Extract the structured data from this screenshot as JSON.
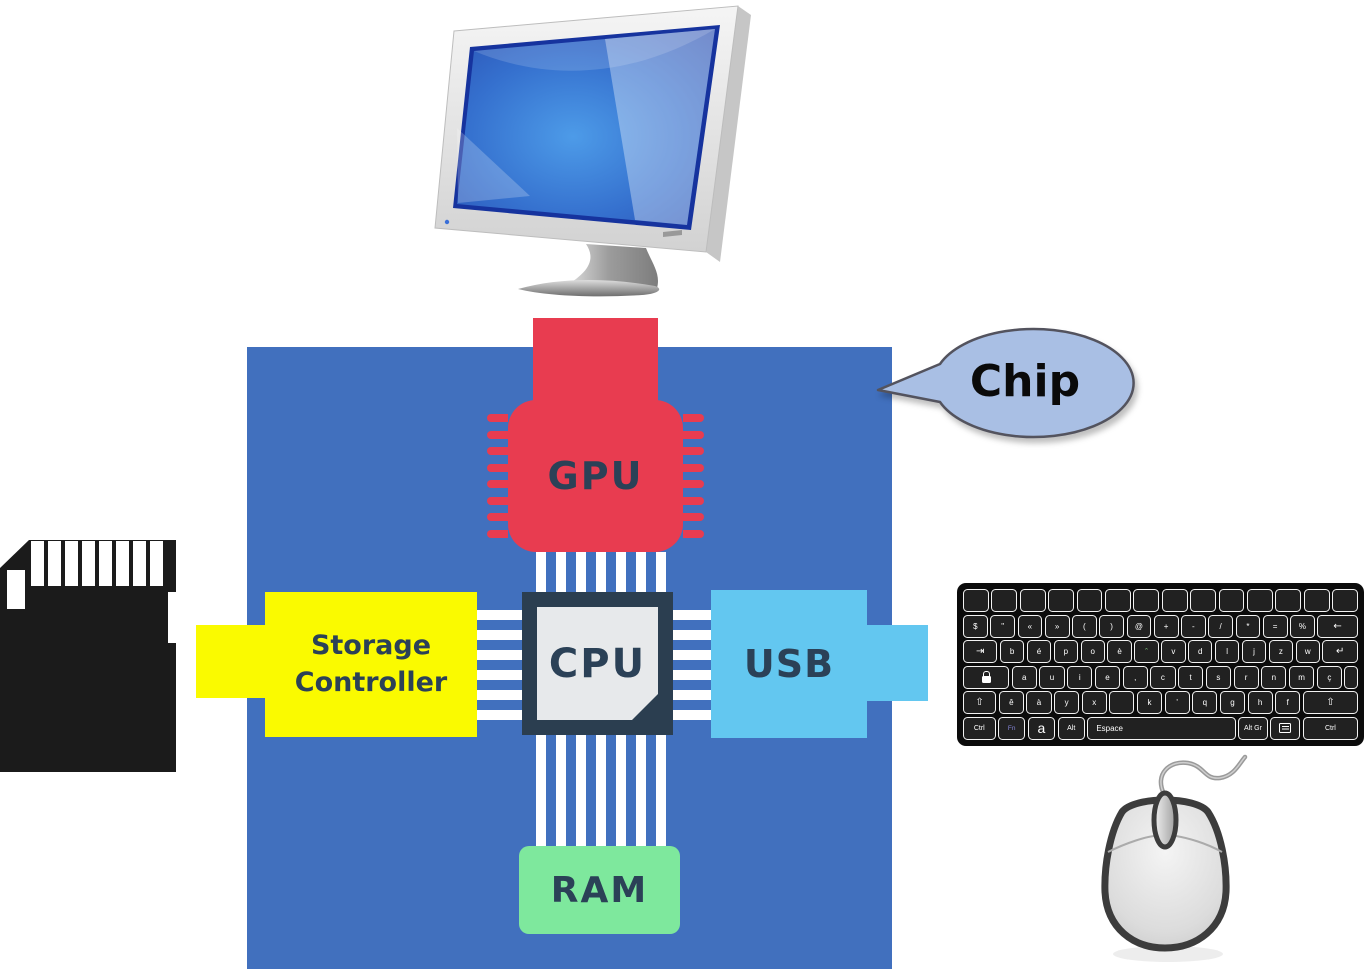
{
  "diagram": {
    "chip_bubble": {
      "label": "Chip"
    },
    "blocks": {
      "gpu": {
        "label": "GPU"
      },
      "cpu": {
        "label": "CPU"
      },
      "storage": {
        "line1": "Storage",
        "line2": "Controller"
      },
      "usb": {
        "label": "USB"
      },
      "ram": {
        "label": "RAM"
      }
    },
    "devices": [
      "monitor",
      "sd-card",
      "keyboard",
      "mouse"
    ]
  },
  "colors": {
    "chip_bg": "#4170BE",
    "gpu": "#E83C50",
    "cpu_frame": "#2B3E50",
    "cpu_face": "#E7E9EB",
    "storage": "#FAFA00",
    "usb": "#63C7F0",
    "ram": "#7EE89D",
    "bubble": "#A9BFE4",
    "bubble_border": "#53535E",
    "label_text": "#2B4157",
    "bus": "#FFFFFF",
    "keyboard_bg": "#0B0B0B",
    "key_bg": "#212121",
    "key_border": "#F2F2F2",
    "sd_card": "#1B1B1B",
    "mouse_outline": "#3C3C3C"
  },
  "keyboard": {
    "rows": [
      [
        {
          "t": "",
          "f": 1
        },
        {
          "t": "",
          "f": 1
        },
        {
          "t": "",
          "f": 1
        },
        {
          "t": "",
          "f": 1
        },
        {
          "t": "",
          "f": 1
        },
        {
          "t": "",
          "f": 1
        },
        {
          "t": "",
          "f": 1
        },
        {
          "t": "",
          "f": 1
        },
        {
          "t": "",
          "f": 1
        },
        {
          "t": "",
          "f": 1
        },
        {
          "t": "",
          "f": 1
        },
        {
          "t": "",
          "f": 1
        },
        {
          "t": "",
          "f": 1
        },
        {
          "t": "",
          "f": 1
        }
      ],
      [
        {
          "t": "$",
          "f": 1
        },
        {
          "t": "\"",
          "f": 1
        },
        {
          "t": "«",
          "f": 1
        },
        {
          "t": "»",
          "f": 1
        },
        {
          "t": "(",
          "f": 1
        },
        {
          "t": ")",
          "f": 1
        },
        {
          "t": "@",
          "f": 1
        },
        {
          "t": "+",
          "f": 1
        },
        {
          "t": "-",
          "f": 1
        },
        {
          "t": "/",
          "f": 1
        },
        {
          "t": "*",
          "f": 1
        },
        {
          "t": "=",
          "f": 1
        },
        {
          "t": "%",
          "f": 1
        },
        {
          "t": "←",
          "f": 1.7,
          "c": "arrow"
        }
      ],
      [
        {
          "t": "⇥",
          "f": 1.45,
          "c": "arrow"
        },
        {
          "t": "b",
          "f": 1
        },
        {
          "t": "é",
          "f": 1
        },
        {
          "t": "p",
          "f": 1
        },
        {
          "t": "o",
          "f": 1
        },
        {
          "t": "è",
          "f": 1
        },
        {
          "t": "ˆ",
          "f": 1,
          "c": "accent"
        },
        {
          "t": "v",
          "f": 1
        },
        {
          "t": "d",
          "f": 1
        },
        {
          "t": "l",
          "f": 1
        },
        {
          "t": "j",
          "f": 1
        },
        {
          "t": "z",
          "f": 1
        },
        {
          "t": "w",
          "f": 1
        },
        {
          "t": "↵",
          "f": 1.5,
          "c": "arrow"
        }
      ],
      [
        {
          "t": "",
          "f": 1.9,
          "c": "lock"
        },
        {
          "t": "a",
          "f": 1
        },
        {
          "t": "u",
          "f": 1
        },
        {
          "t": "i",
          "f": 1
        },
        {
          "t": "e",
          "f": 1
        },
        {
          "t": ",",
          "f": 1
        },
        {
          "t": "c",
          "f": 1
        },
        {
          "t": "t",
          "f": 1
        },
        {
          "t": "s",
          "f": 1
        },
        {
          "t": "r",
          "f": 1
        },
        {
          "t": "n",
          "f": 1
        },
        {
          "t": "m",
          "f": 1
        },
        {
          "t": "ç",
          "f": 1
        },
        {
          "t": "",
          "f": 0.5
        }
      ],
      [
        {
          "t": "⇧",
          "f": 1.35,
          "c": "arrow"
        },
        {
          "t": "ê",
          "f": 1
        },
        {
          "t": "à",
          "f": 1
        },
        {
          "t": "y",
          "f": 1
        },
        {
          "t": "x",
          "f": 1
        },
        {
          "t": "",
          "f": 1
        },
        {
          "t": "k",
          "f": 1
        },
        {
          "t": "'",
          "f": 1
        },
        {
          "t": "q",
          "f": 1
        },
        {
          "t": "g",
          "f": 1
        },
        {
          "t": "h",
          "f": 1
        },
        {
          "t": "f",
          "f": 1
        },
        {
          "t": "⇧",
          "f": 2.3,
          "c": "arrow"
        }
      ],
      [
        {
          "t": "Ctrl",
          "f": 1.15,
          "c": "small"
        },
        {
          "t": "Fn",
          "f": 0.95,
          "c": "fn"
        },
        {
          "t": "a",
          "f": 0.95,
          "c": "big"
        },
        {
          "t": "Alt",
          "f": 0.95,
          "c": "small"
        },
        {
          "t": "Espace",
          "f": 5.2,
          "c": "space"
        },
        {
          "t": "Alt Gr",
          "f": 1.05,
          "c": "small"
        },
        {
          "t": "",
          "f": 1.05,
          "c": "menu"
        },
        {
          "t": "Ctrl",
          "f": 2.0,
          "c": "small"
        }
      ]
    ]
  }
}
